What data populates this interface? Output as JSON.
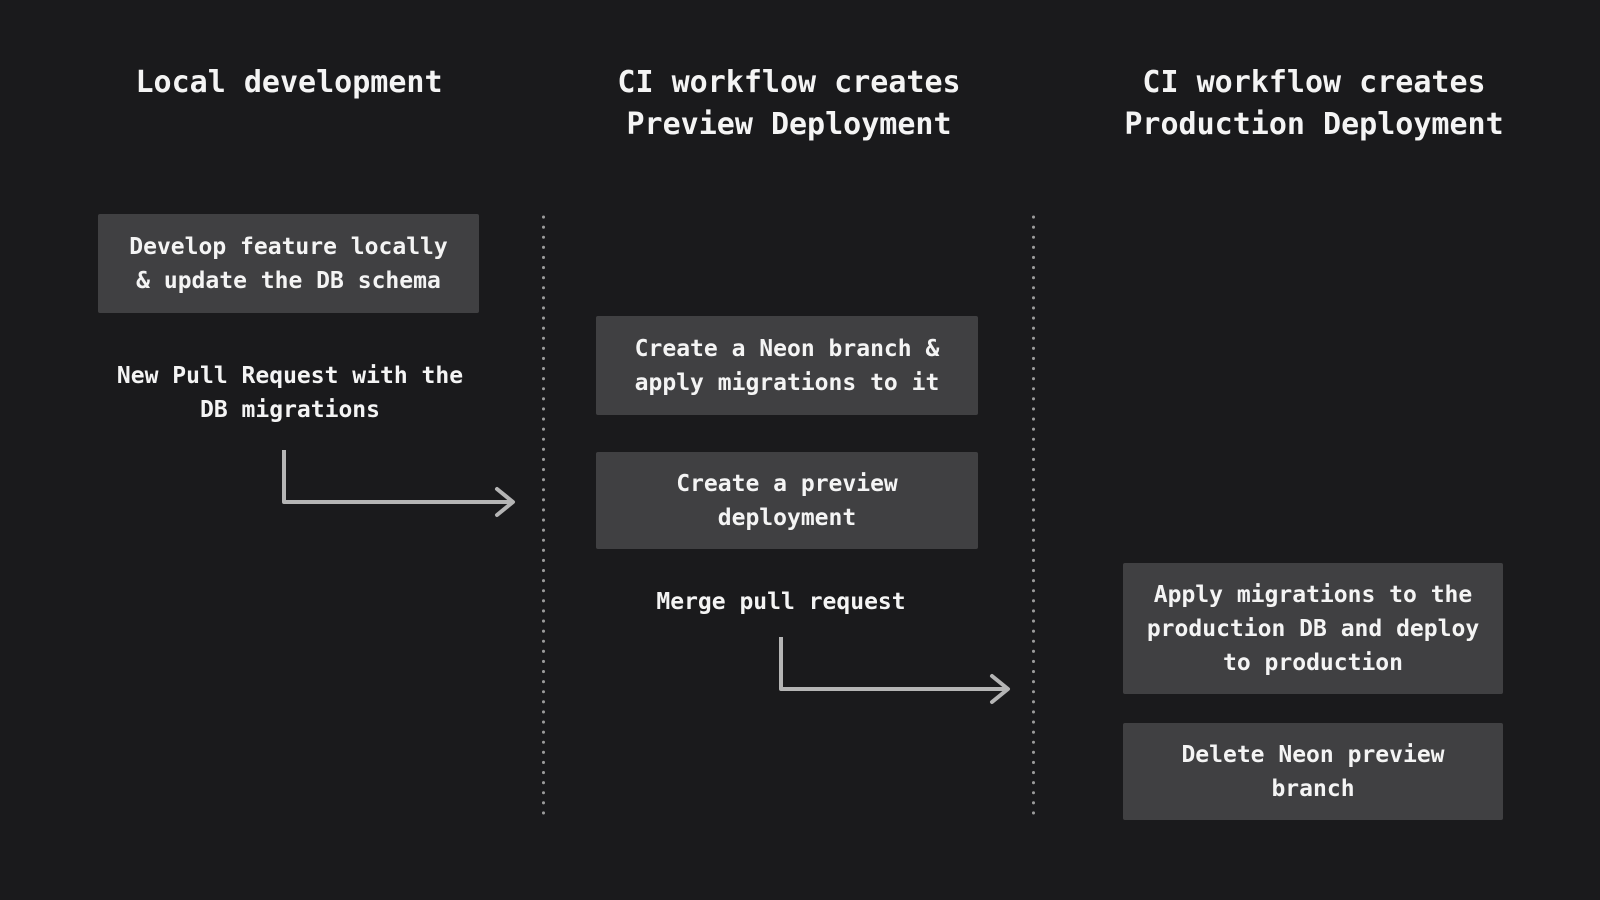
{
  "diagram": {
    "colors": {
      "background": "#1a1a1c",
      "box_fill": "#404042",
      "text": "#f4f4f4",
      "arrow": "#b5b5b5",
      "dotted_line": "#9c9c9c"
    },
    "columns": [
      {
        "id": "local-development",
        "title_lines": [
          "Local development"
        ],
        "steps": [
          {
            "type": "box",
            "lines": [
              "Develop feature locally",
              "& update the DB schema"
            ]
          },
          {
            "type": "text",
            "lines": [
              "New Pull Request with the",
              "DB migrations"
            ]
          }
        ]
      },
      {
        "id": "preview-deployment",
        "title_lines": [
          "CI workflow creates",
          "Preview Deployment"
        ],
        "steps": [
          {
            "type": "box",
            "lines": [
              "Create a Neon branch &",
              "apply migrations to it"
            ]
          },
          {
            "type": "box",
            "lines": [
              "Create a preview",
              "deployment"
            ]
          },
          {
            "type": "text",
            "lines": [
              "Merge pull request"
            ]
          }
        ]
      },
      {
        "id": "production-deployment",
        "title_lines": [
          "CI workflow creates",
          "Production Deployment"
        ],
        "steps": [
          {
            "type": "box",
            "lines": [
              "Apply migrations to the",
              "production DB and deploy",
              "to production"
            ]
          },
          {
            "type": "box",
            "lines": [
              "Delete Neon preview",
              "branch"
            ]
          }
        ]
      }
    ]
  }
}
